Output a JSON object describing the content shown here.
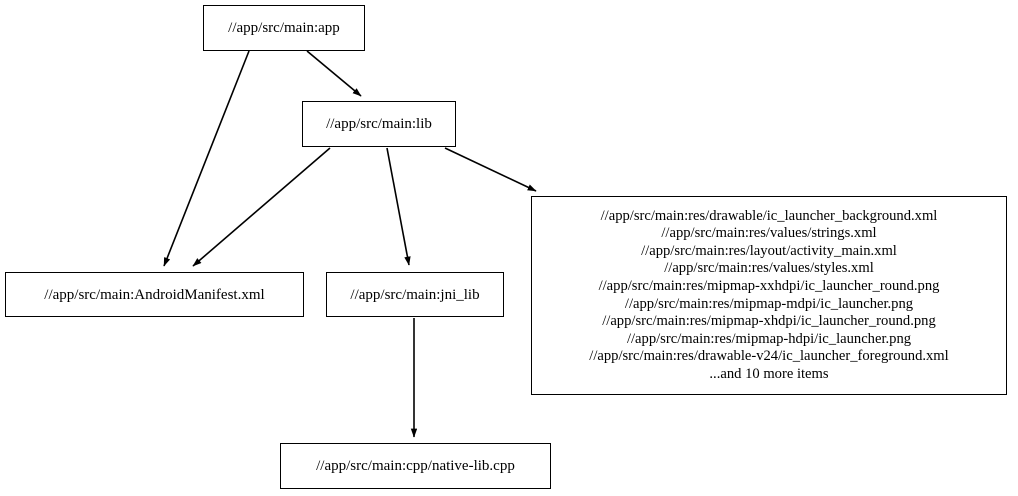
{
  "graph": {
    "type": "directed-dependency-graph",
    "background_color": "#ffffff",
    "line_color": "#000000",
    "node_border_color": "#000000",
    "node_fill_color": "#ffffff",
    "nodes": [
      {
        "id": "app",
        "label": "//app/src/main:app"
      },
      {
        "id": "lib",
        "label": "//app/src/main:lib"
      },
      {
        "id": "manifest",
        "label": "//app/src/main:AndroidManifest.xml"
      },
      {
        "id": "jni_lib",
        "label": "//app/src/main:jni_lib"
      },
      {
        "id": "res",
        "label": "//app/src/main:res/drawable/ic_launcher_background.xml\n//app/src/main:res/values/strings.xml\n//app/src/main:res/layout/activity_main.xml\n//app/src/main:res/values/styles.xml\n//app/src/main:res/mipmap-xxhdpi/ic_launcher_round.png\n//app/src/main:res/mipmap-mdpi/ic_launcher.png\n//app/src/main:res/mipmap-xhdpi/ic_launcher_round.png\n//app/src/main:res/mipmap-hdpi/ic_launcher.png\n//app/src/main:res/drawable-v24/ic_launcher_foreground.xml\n...and 10 more items",
        "lines": [
          "//app/src/main:res/drawable/ic_launcher_background.xml",
          "//app/src/main:res/values/strings.xml",
          "//app/src/main:res/layout/activity_main.xml",
          "//app/src/main:res/values/styles.xml",
          "//app/src/main:res/mipmap-xxhdpi/ic_launcher_round.png",
          "//app/src/main:res/mipmap-mdpi/ic_launcher.png",
          "//app/src/main:res/mipmap-xhdpi/ic_launcher_round.png",
          "//app/src/main:res/mipmap-hdpi/ic_launcher.png",
          "//app/src/main:res/drawable-v24/ic_launcher_foreground.xml",
          "...and 10 more items"
        ],
        "overflow_note": "...and 10 more items",
        "overflow_count": 10
      },
      {
        "id": "native_lib",
        "label": "//app/src/main:cpp/native-lib.cpp"
      }
    ],
    "edges": [
      {
        "from": "app",
        "to": "manifest"
      },
      {
        "from": "app",
        "to": "lib"
      },
      {
        "from": "lib",
        "to": "manifest"
      },
      {
        "from": "lib",
        "to": "jni_lib"
      },
      {
        "from": "lib",
        "to": "res"
      },
      {
        "from": "jni_lib",
        "to": "native_lib"
      }
    ]
  }
}
